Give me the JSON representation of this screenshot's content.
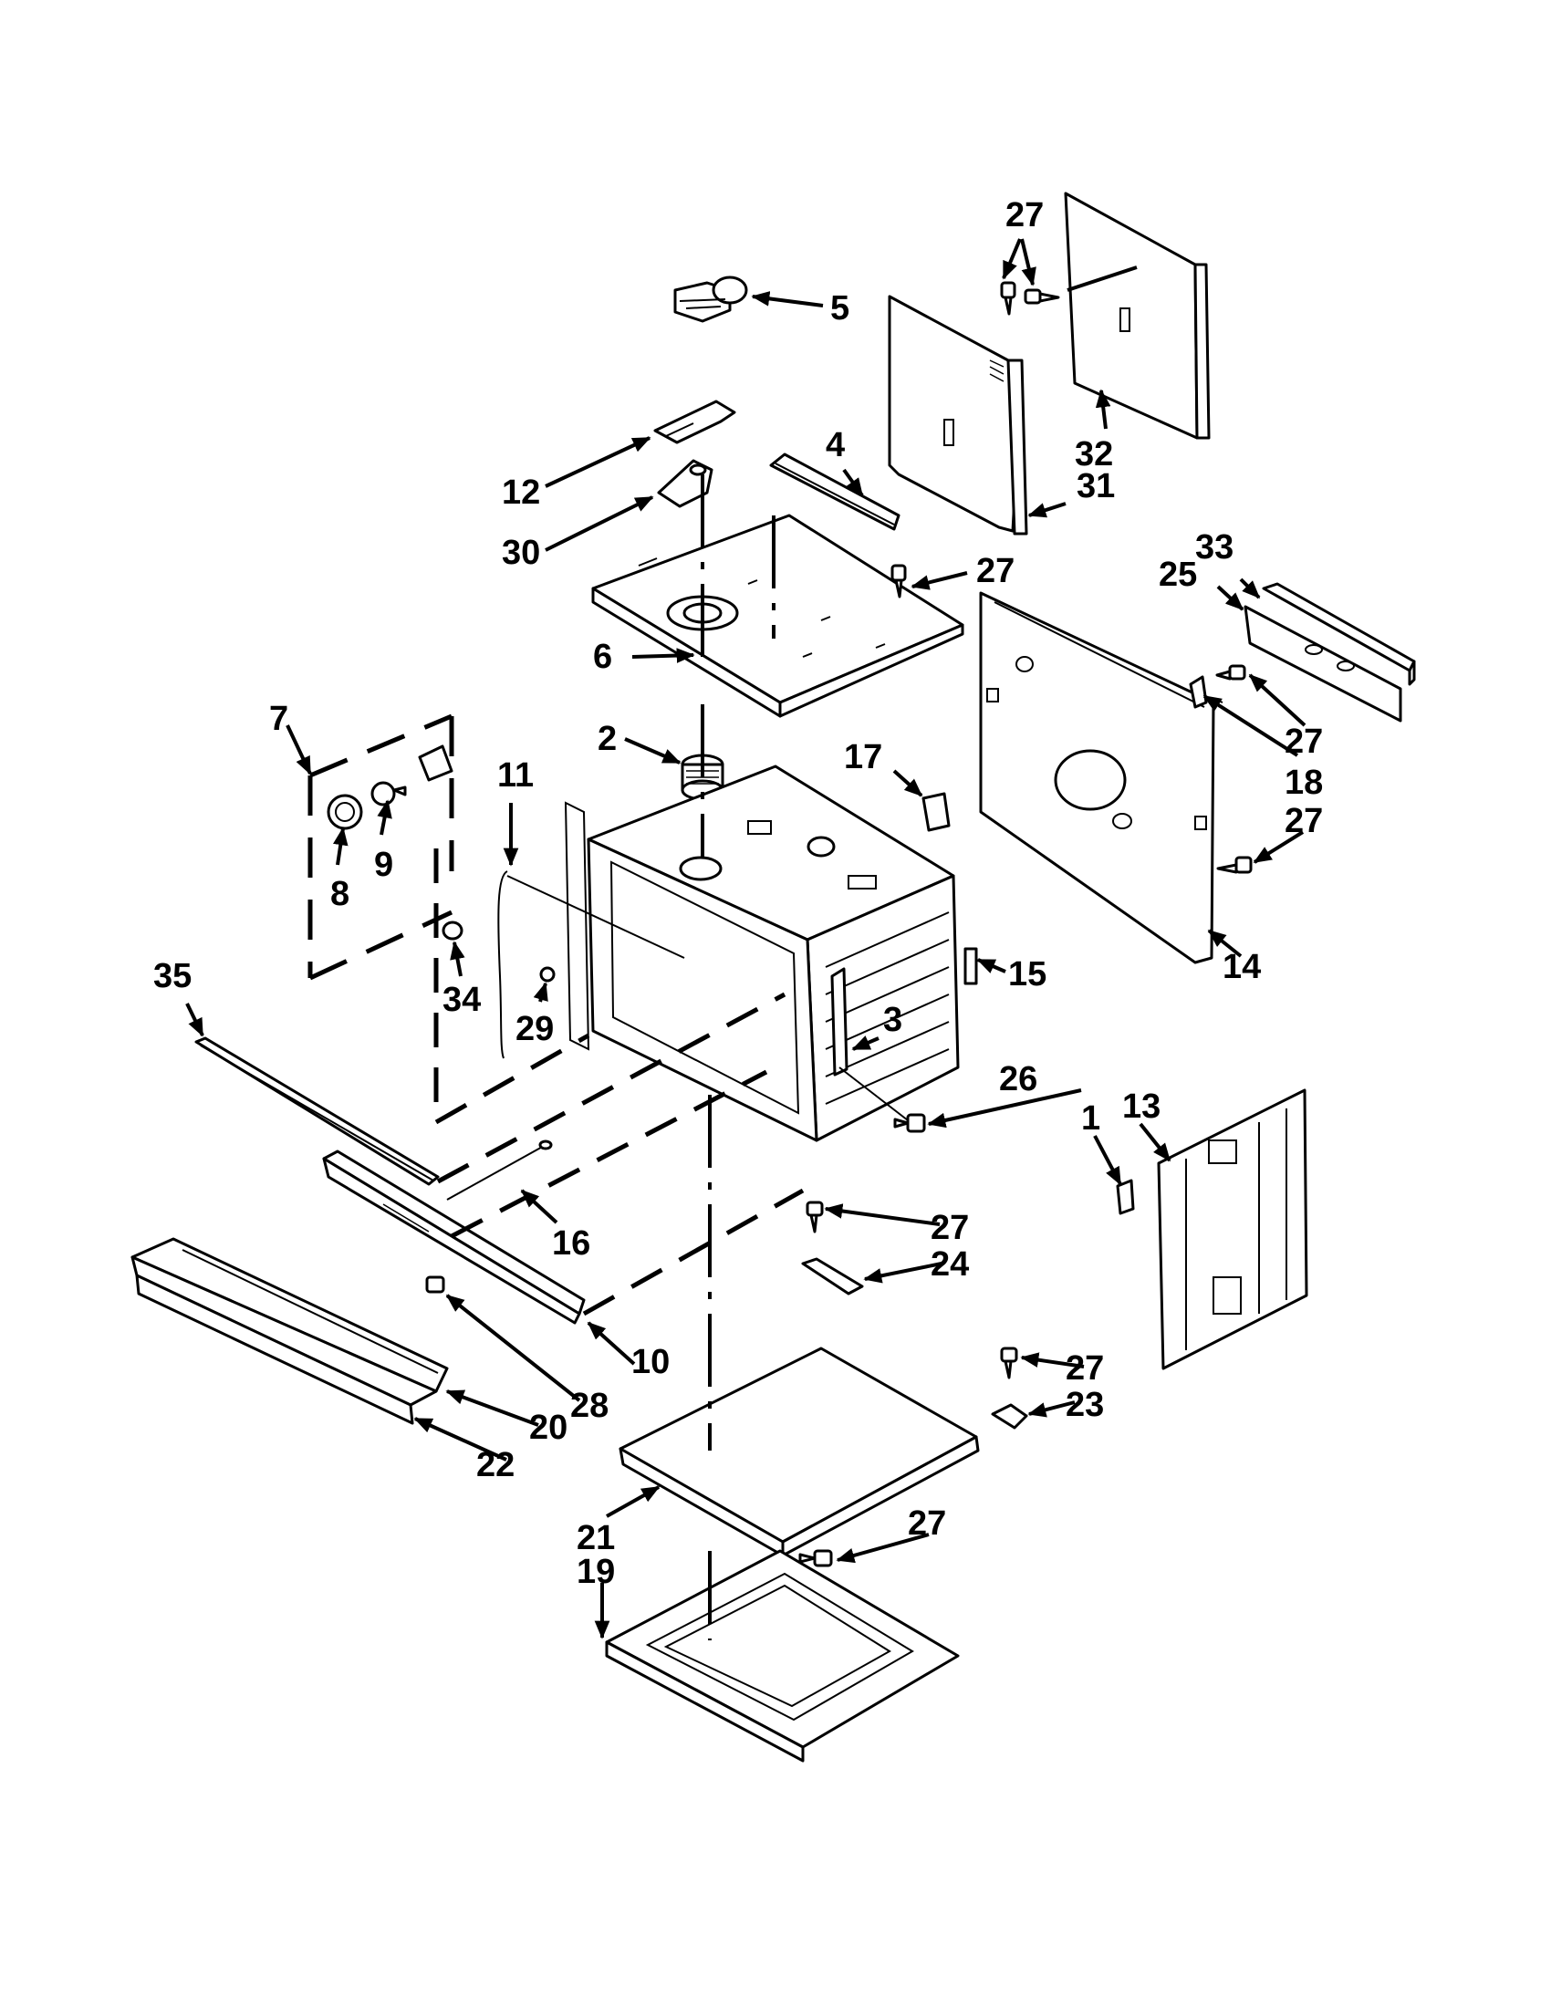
{
  "diagram": {
    "callouts": [
      {
        "id": "c27a",
        "text": "27"
      },
      {
        "id": "c5",
        "text": "5"
      },
      {
        "id": "c4",
        "text": "4"
      },
      {
        "id": "c12",
        "text": "12"
      },
      {
        "id": "c32",
        "text": "32"
      },
      {
        "id": "c31",
        "text": "31"
      },
      {
        "id": "c30",
        "text": "30"
      },
      {
        "id": "c27b",
        "text": "27"
      },
      {
        "id": "c33",
        "text": "33"
      },
      {
        "id": "c25",
        "text": "25"
      },
      {
        "id": "c6",
        "text": "6"
      },
      {
        "id": "c2",
        "text": "2"
      },
      {
        "id": "c17",
        "text": "17"
      },
      {
        "id": "c27c",
        "text": "27"
      },
      {
        "id": "c18",
        "text": "18"
      },
      {
        "id": "c7",
        "text": "7"
      },
      {
        "id": "c11",
        "text": "11"
      },
      {
        "id": "c27d",
        "text": "27"
      },
      {
        "id": "c9",
        "text": "9"
      },
      {
        "id": "c8",
        "text": "8"
      },
      {
        "id": "c34",
        "text": "34"
      },
      {
        "id": "c14",
        "text": "14"
      },
      {
        "id": "c35",
        "text": "35"
      },
      {
        "id": "c15",
        "text": "15"
      },
      {
        "id": "c29",
        "text": "29"
      },
      {
        "id": "c3",
        "text": "3"
      },
      {
        "id": "c26",
        "text": "26"
      },
      {
        "id": "c1",
        "text": "1"
      },
      {
        "id": "c13",
        "text": "13"
      },
      {
        "id": "c16",
        "text": "16"
      },
      {
        "id": "c27e",
        "text": "27"
      },
      {
        "id": "c24",
        "text": "24"
      },
      {
        "id": "c10",
        "text": "10"
      },
      {
        "id": "c27f",
        "text": "27"
      },
      {
        "id": "c23",
        "text": "23"
      },
      {
        "id": "c28",
        "text": "28"
      },
      {
        "id": "c20",
        "text": "20"
      },
      {
        "id": "c22",
        "text": "22"
      },
      {
        "id": "c27g",
        "text": "27"
      },
      {
        "id": "c21",
        "text": "21"
      },
      {
        "id": "c19",
        "text": "19"
      }
    ]
  }
}
